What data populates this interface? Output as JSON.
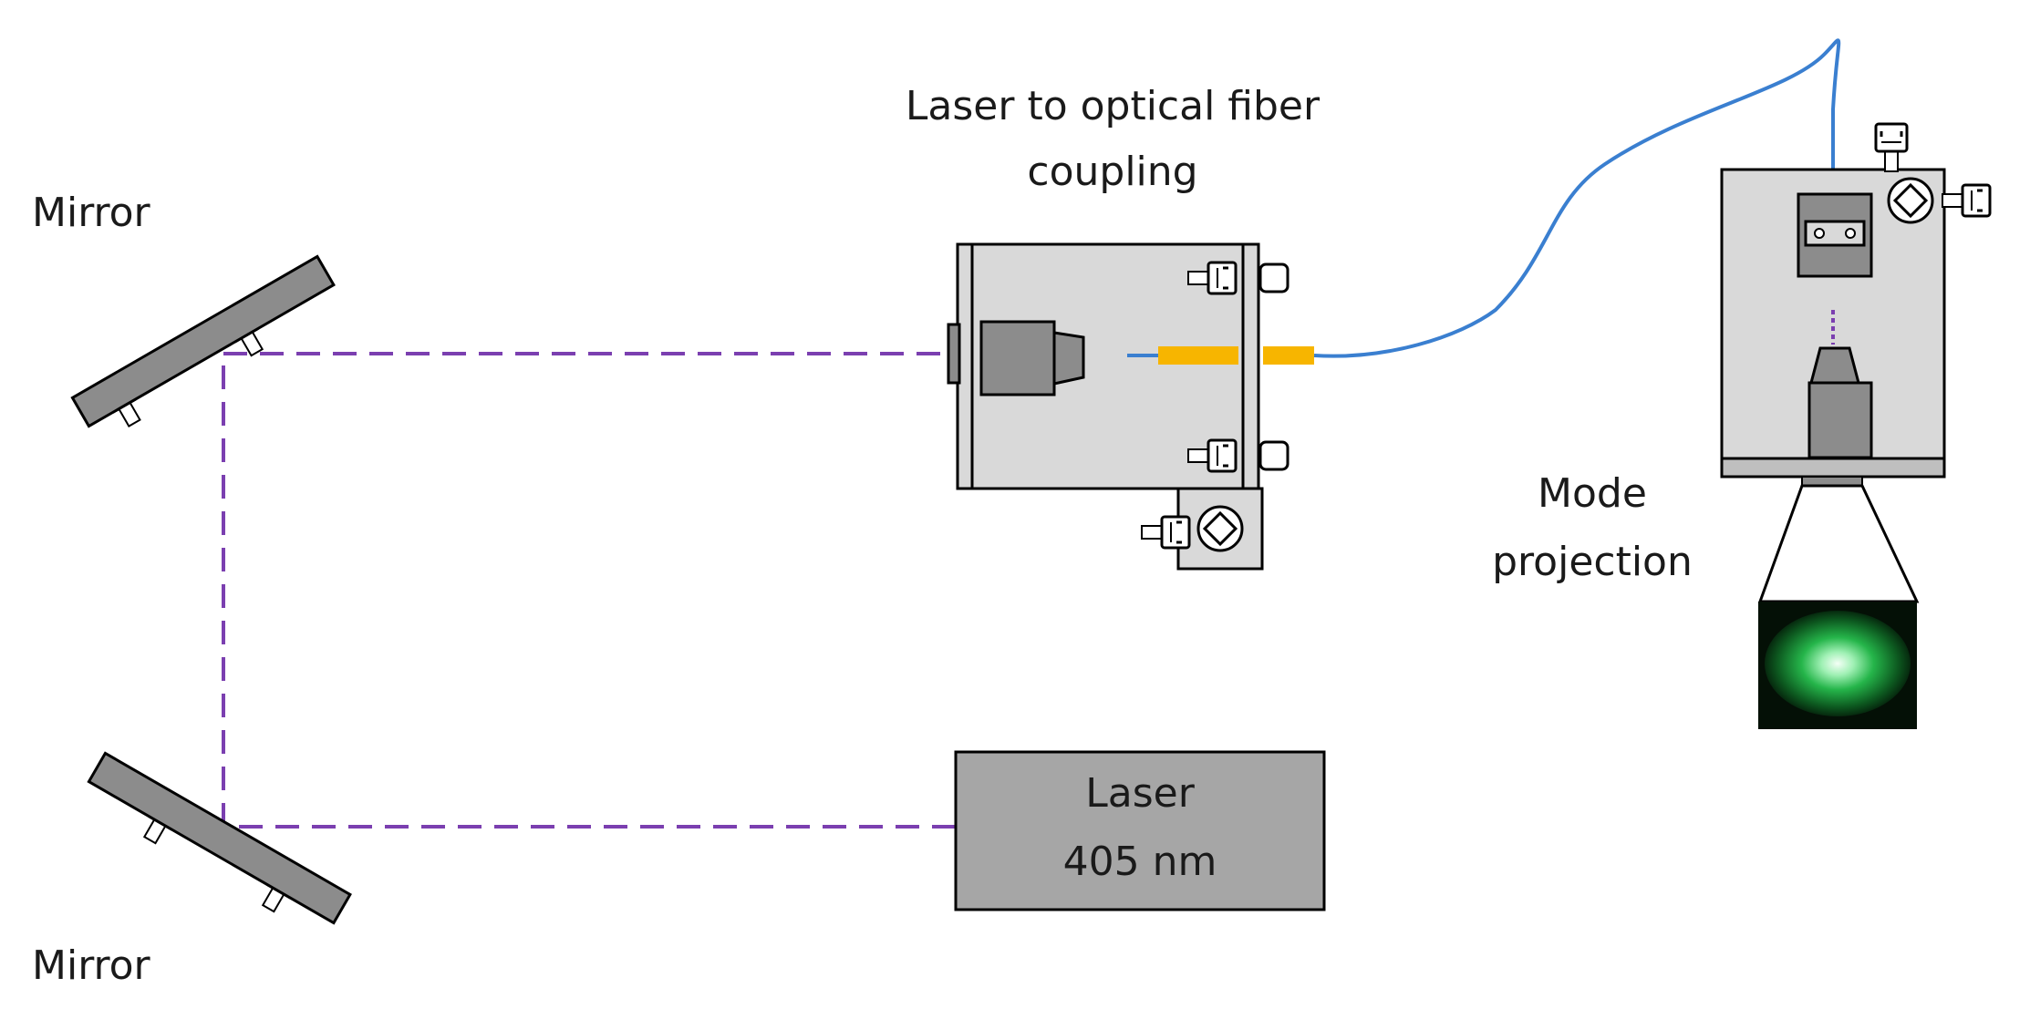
{
  "labels": {
    "mirror_top": "Mirror",
    "mirror_bottom": "Mirror",
    "coupling_line1": "Laser to optical fiber",
    "coupling_line2": "coupling",
    "laser_line1": "Laser",
    "laser_line2": "405 nm",
    "mode_line1": "Mode",
    "mode_line2": "projection"
  },
  "colors": {
    "beam": "#7b3fb0",
    "fiber": "#3a7fd0",
    "fiber_sleeve": "#f7b500",
    "mount_body": "#d9d9d9",
    "mirror": "#8c8c8c",
    "laser_box": "#a6a6a6",
    "mode_glow": "#3ddc6a"
  },
  "icons": [
    "mirror-icon",
    "laser-source-icon",
    "fiber-coupler-icon",
    "fiber-cable-icon",
    "projection-mount-icon",
    "mode-spot-icon",
    "adjustment-knob-icon"
  ]
}
